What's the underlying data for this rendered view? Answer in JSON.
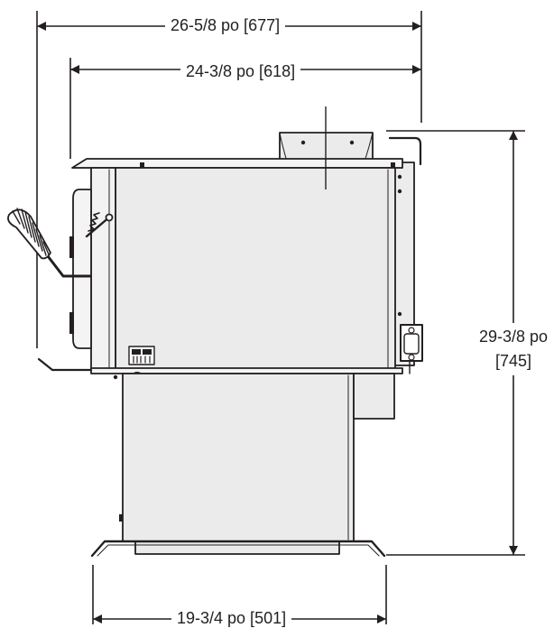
{
  "dimensions": {
    "overall_depth": "26-5/8 po [677]",
    "body_depth": "24-3/8 po [618]",
    "height_line1": "29-3/8 po",
    "height_line2": "[745]",
    "base_width": "19-3/4 po [501]"
  },
  "colors": {
    "line": "#231f20",
    "body_fill": "#ebebeb",
    "panel_fill": "#f4f4f4"
  },
  "icons": {
    "label_plate": "warning-label-icon",
    "handle": "coil-handle-icon"
  }
}
